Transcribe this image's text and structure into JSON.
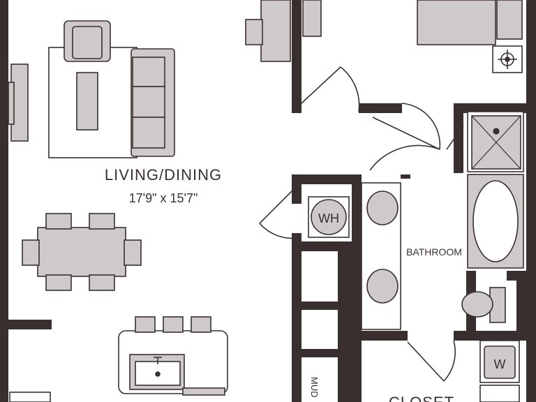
{
  "colors": {
    "wall": "#3a2f2f",
    "furniture_fill": "#cfcaca",
    "furniture_stroke": "#3a2f2f",
    "background": "#ffffff"
  },
  "rooms": {
    "living_dining": {
      "name": "LIVING/DINING",
      "dimensions": "17'9\" x 15'7\""
    },
    "bathroom": {
      "name": "BATHROOM"
    },
    "closet": {
      "name": "CLOSET"
    },
    "mud": {
      "name": "MUD"
    }
  },
  "fixtures": {
    "water_heater": "WH",
    "washer": "W"
  },
  "icons": [
    "range-burner-icon",
    "sink-faucet-icon",
    "shower-drain-icon"
  ]
}
